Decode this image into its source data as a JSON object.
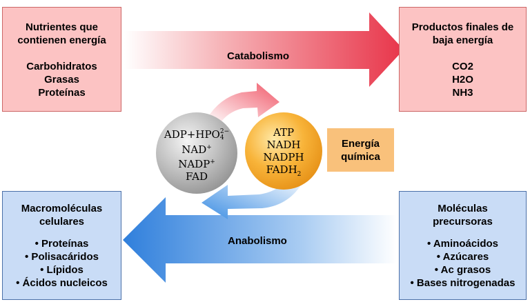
{
  "top_left": {
    "title_lines": [
      "Nutrientes que",
      "contienen energía"
    ],
    "items": [
      "Carbohidratos",
      "Grasas",
      "Proteínas"
    ]
  },
  "top_right": {
    "title_lines": [
      "Productos finales de",
      "baja energía"
    ],
    "items": [
      "CO2",
      "H2O",
      "NH3"
    ]
  },
  "bottom_left": {
    "title_lines": [
      "Macromoléculas",
      "celulares"
    ],
    "items": [
      "• Proteínas",
      "• Polisacáridos",
      "• Lípidos",
      "• Ácidos nucleicos"
    ]
  },
  "bottom_right": {
    "title_lines": [
      "Moléculas",
      "precursoras"
    ],
    "items": [
      "• Aminoácidos",
      "• Azúcares",
      "• Ac grasos",
      "• Bases nitrogenadas"
    ]
  },
  "catabolism_label": "Catabolismo",
  "anabolism_label": "Anabolismo",
  "energy_box_lines": [
    "Energía",
    "química"
  ],
  "gray_circle": {
    "line1_base": "ADP+HPO",
    "line1_sup": "2−",
    "line1_sub": "4",
    "line2_base": "NAD",
    "line2_sup": "+",
    "line3_base": "NADP",
    "line3_sup": "+",
    "line4": "FAD"
  },
  "orange_circle": {
    "line1": "ATP",
    "line2": "NADH",
    "line3": "NADPH",
    "line4_base": "FADH",
    "line4_sub": "2"
  },
  "colors": {
    "catabolism_arrow": "#e8354a",
    "anabolism_arrow": "#2f7fdc",
    "pink_box": "#fcc3c3",
    "blue_box": "#c9dcf6",
    "energy_box": "#f9c17b",
    "gray_circle": "#a8a8a8",
    "orange_circle": "#f6a623"
  }
}
